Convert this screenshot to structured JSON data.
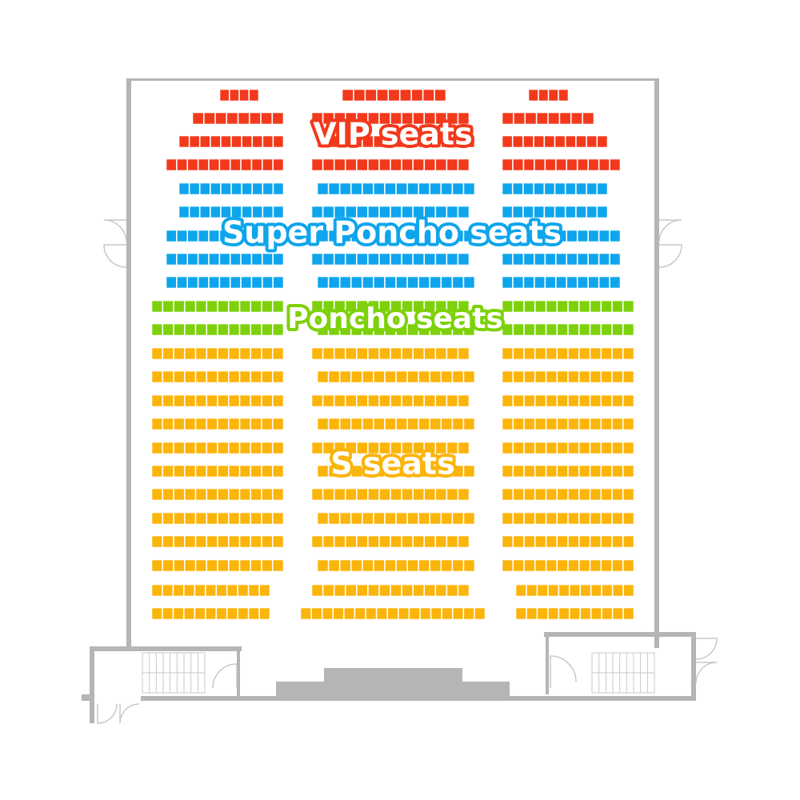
{
  "zones": [
    {
      "key": "vip",
      "label": "VIP seats",
      "color": "#f2391b"
    },
    {
      "key": "super_poncho",
      "label": "Super Poncho seats",
      "color": "#0ea5ec"
    },
    {
      "key": "poncho",
      "label": "Poncho seats",
      "color": "#7dd10a"
    },
    {
      "key": "s",
      "label": "S seats",
      "color": "#fbb40a"
    }
  ],
  "colors": {
    "wall": "#b5b5b5",
    "stage": "#b5b5b5",
    "door_line": "#c8c8c8",
    "seat_stroke": "#ffffff"
  },
  "icons": [
    "door-icon",
    "stairs-icon"
  ]
}
